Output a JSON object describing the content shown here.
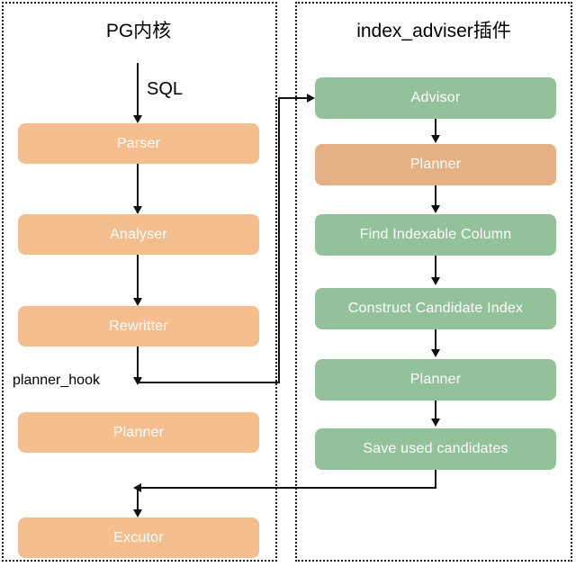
{
  "panels": {
    "left": {
      "title": "PG内核",
      "nodes": [
        {
          "label": "Parser"
        },
        {
          "label": "Analyser"
        },
        {
          "label": "Rewritter"
        },
        {
          "label": "Planner"
        },
        {
          "label": "Excutor"
        }
      ]
    },
    "right": {
      "title": "index_adviser插件",
      "nodes": [
        {
          "label": "Advisor"
        },
        {
          "label": "Planner"
        },
        {
          "label": "Find Indexable Column"
        },
        {
          "label": "Construct Candidate Index"
        },
        {
          "label": "Planner"
        },
        {
          "label": "Save used candidates"
        }
      ]
    }
  },
  "edge_labels": {
    "sql": "SQL",
    "planner_hook": "planner_hook"
  },
  "colors": {
    "orange": "#f4be8e",
    "orange_dark": "#e5b084",
    "green": "#93c29a",
    "stroke": "#111111",
    "panel_border": "#1a1a1a",
    "node_text": "#ffffff",
    "label_text": "#000000",
    "background": "#ffffff"
  }
}
